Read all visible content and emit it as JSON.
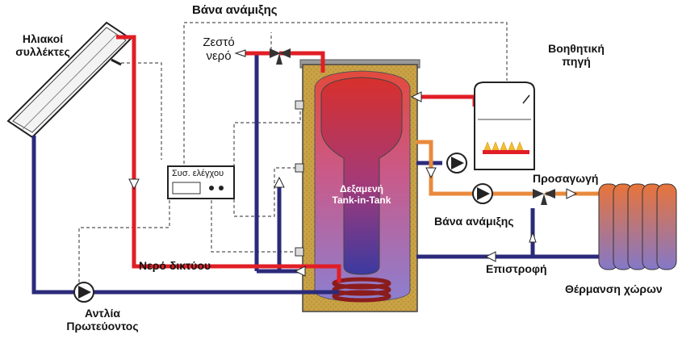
{
  "labels": {
    "solar_collectors": [
      "Ηλιακοί",
      "συλλέκτες"
    ],
    "mixing_valve_top": "Βάνα ανάμιξης",
    "hot_water": [
      "Ζεστό",
      "νερό"
    ],
    "aux_source": [
      "Βοηθητική",
      "πηγή"
    ],
    "controller": "Συσ. ελέγχου",
    "tank": [
      "Δεξαμενή",
      "Tank-in-Tank"
    ],
    "supply": "Προσαγωγή",
    "mixing_valve_right": "Βάνα ανάμιξης",
    "mains_water": "Νερό δικτύου",
    "return": "Επιστροφή",
    "space_heating": "Θέρμανση χώρων",
    "primary_pump": [
      "Αντλία",
      "Πρωτεύοντος"
    ]
  },
  "colors": {
    "hot_pipe": "#e11e26",
    "cold_pipe": "#2b2a7a",
    "mid_pipe": "#e98a3c",
    "insulation": "#caa246",
    "tank_top": "#e04040",
    "tank_bottom": "#8a7cc8"
  }
}
